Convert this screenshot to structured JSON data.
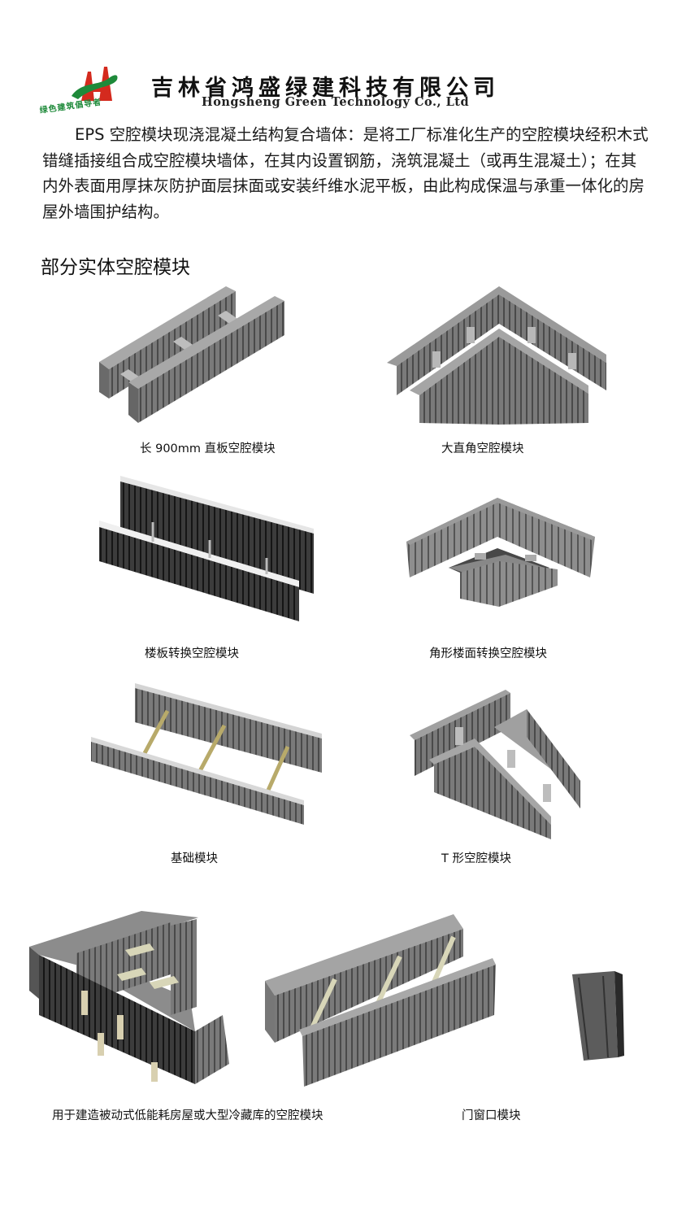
{
  "header": {
    "logo": {
      "icon": "hongsheng-logo-icon",
      "motto": "绿色建筑倡导者",
      "colors": {
        "red": "#d42a1e",
        "green": "#1e8a3a"
      }
    },
    "company_name_cn": "吉林省鸿盛绿建科技有限公司",
    "company_name_en": "Hongsheng Green Technology Co., Ltd"
  },
  "intro": {
    "text": "EPS 空腔模块现浇混凝土结构复合墙体：是将工厂标准化生产的空腔模块经积木式错缝插接组合成空腔模块墙体，在其内设置钢筋，浇筑混凝土（或再生混凝土）；在其内外表面用厚抹灰防护面层抹面或安装纤维水泥平板，由此构成保温与承重一体化的房屋外墙围护结构。"
  },
  "section": {
    "title": "部分实体空腔模块"
  },
  "products": [
    {
      "caption": "长 900mm 直板空腔模块",
      "image": "straight-block-image"
    },
    {
      "caption": "大直角空腔模块",
      "image": "right-angle-block-image"
    },
    {
      "caption": "楼板转换空腔模块",
      "image": "floor-transition-block-image"
    },
    {
      "caption": "角形楼面转换空腔模块",
      "image": "corner-floor-transition-block-image"
    },
    {
      "caption": "基础模块",
      "image": "foundation-block-image"
    },
    {
      "caption": "T 形空腔模块",
      "image": "t-shaped-block-image"
    },
    {
      "caption": "用于建造被动式低能耗房屋或大型冷藏库的空腔模块",
      "image": "passive-house-block-image"
    },
    {
      "caption": "门窗口模块",
      "image": "door-window-block-image"
    }
  ],
  "colors": {
    "eps_gray": "#8a8a8a",
    "eps_dark": "#3a3a3a",
    "connector": "#d8d6b8",
    "rebar": "#b8aa6a"
  }
}
